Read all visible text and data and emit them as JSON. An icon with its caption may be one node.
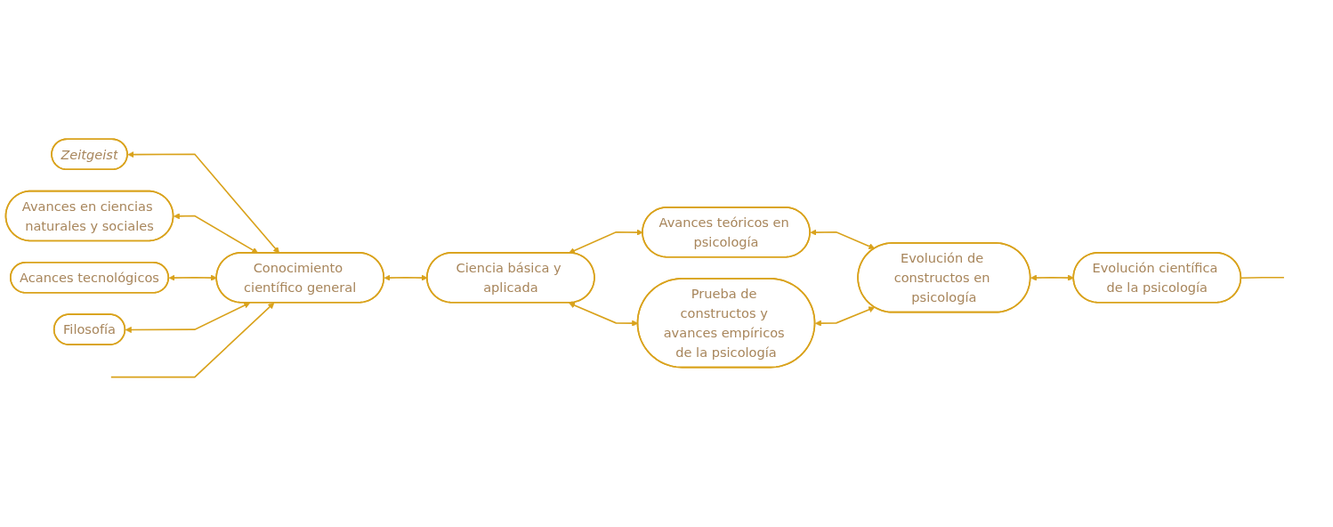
{
  "diagram": {
    "nodes": [
      {
        "text": [
          "Zeitgeist"
        ]
      },
      {
        "text": [
          "Avances en ciencias naturales y sociales"
        ]
      },
      {
        "text": [
          "Acances tecnológicos"
        ]
      },
      {
        "text": [
          "Conocimiento científico general"
        ]
      },
      {
        "text": [
          "Filosofía"
        ]
      },
      {
        "text": [
          "Avances teóricos en psicología"
        ]
      },
      {
        "text": [
          "Ciencia básica y aplicada"
        ]
      },
      {
        "text": [
          "Evolución de constructos en psicología"
        ]
      },
      {
        "text": [
          "Evolución científica de la psicología"
        ]
      },
      {
        "text": [
          "Prueba de constructos y avances empíricos de la psicología"
        ]
      }
    ],
    "edges": [
      {
        "from": 0,
        "to": 3,
        "arrow": "both"
      },
      {
        "from": 1,
        "to": 3,
        "arrow": "both"
      },
      {
        "from": 2,
        "to": 3,
        "arrow": "both"
      },
      {
        "from": 4,
        "to": 3,
        "arrow": "both"
      },
      {
        "from": null,
        "to": 3,
        "arrow": "to"
      },
      {
        "from": 3,
        "to": 6,
        "arrow": "both"
      },
      {
        "from": 6,
        "to": 5,
        "arrow": "both"
      },
      {
        "from": 5,
        "to": 7,
        "arrow": "both"
      },
      {
        "from": 6,
        "to": 9,
        "arrow": "both"
      },
      {
        "from": 9,
        "to": 7,
        "arrow": "both"
      },
      {
        "from": 7,
        "to": 8,
        "arrow": "both"
      },
      {
        "from": 8,
        "to": null,
        "arrow": "none"
      }
    ]
  }
}
